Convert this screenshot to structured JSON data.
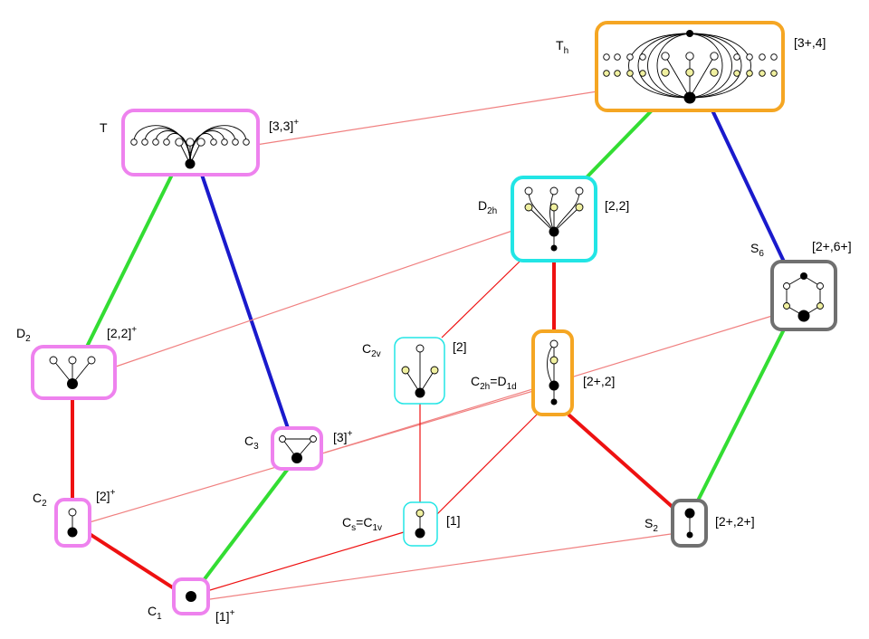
{
  "nodes": {
    "T": {
      "name": "T",
      "name_sub": "",
      "notation": "[3,3]",
      "notation_sup": "+"
    },
    "Th": {
      "name": "T",
      "name_sub": "h",
      "notation": "[3+,4]"
    },
    "D2h": {
      "name": "D",
      "name_sub": "2h",
      "notation": "[2,2]"
    },
    "S6": {
      "name": "S",
      "name_sub": "6",
      "notation": "[2+,6+]"
    },
    "D2": {
      "name": "D",
      "name_sub": "2",
      "notation": "[2,2]",
      "notation_sup": "+"
    },
    "C2v": {
      "name": "C",
      "name_sub": "2v",
      "notation": "[2]"
    },
    "C2h": {
      "name_a": "C",
      "sub_a": "2h",
      "equals": "=",
      "name_b": "D",
      "sub_b": "1d",
      "notation": "[2+,2]"
    },
    "C3": {
      "name": "C",
      "name_sub": "3",
      "notation": "[3]",
      "notation_sup": "+"
    },
    "C2": {
      "name": "C",
      "name_sub": "2",
      "notation": "[2]",
      "notation_sup": "+"
    },
    "Cs": {
      "name_a": "C",
      "sub_a": "s",
      "equals": "=",
      "name_b": "C",
      "sub_b": "1v",
      "notation": "[1]"
    },
    "S2": {
      "name": "S",
      "name_sub": "2",
      "notation": "[2+,2+]"
    },
    "C1": {
      "name": "C",
      "name_sub": "1",
      "notation": "[1]",
      "notation_sup": "+"
    }
  },
  "colors": {
    "pink": "#ee82ee",
    "orange": "#f5a623",
    "cyan": "#22e5e5",
    "gray": "#707070",
    "green": "#33dd33",
    "blue": "#1a1acc",
    "red": "#ee1111",
    "salmon": "#f08080",
    "yellow_fill": "#f0f0a0"
  },
  "edges": [
    {
      "from": "Th",
      "to": "D2h",
      "color": "green",
      "style": "thick"
    },
    {
      "from": "Th",
      "to": "S6",
      "color": "blue",
      "style": "thick"
    },
    {
      "from": "Th",
      "to": "T",
      "color": "salmon",
      "style": "thin"
    },
    {
      "from": "T",
      "to": "D2",
      "color": "green",
      "style": "thick"
    },
    {
      "from": "T",
      "to": "C3",
      "color": "blue",
      "style": "thick"
    },
    {
      "from": "D2h",
      "to": "C2h",
      "color": "red",
      "style": "thick"
    },
    {
      "from": "D2h",
      "to": "C2v",
      "color": "red",
      "style": "thin"
    },
    {
      "from": "D2h",
      "to": "D2",
      "color": "salmon",
      "style": "thin"
    },
    {
      "from": "S6",
      "to": "S2",
      "color": "green",
      "style": "thick"
    },
    {
      "from": "S6",
      "to": "C3",
      "color": "salmon",
      "style": "thin"
    },
    {
      "from": "D2",
      "to": "C2",
      "color": "red",
      "style": "thick"
    },
    {
      "from": "C2v",
      "to": "Cs",
      "color": "red",
      "style": "thin"
    },
    {
      "from": "C2h",
      "to": "Cs",
      "color": "red",
      "style": "thin"
    },
    {
      "from": "C2h",
      "to": "S2",
      "color": "red",
      "style": "thick"
    },
    {
      "from": "C2h",
      "to": "C2",
      "color": "salmon",
      "style": "thin"
    },
    {
      "from": "C2",
      "to": "C1",
      "color": "red",
      "style": "thick"
    },
    {
      "from": "C3",
      "to": "C1",
      "color": "green",
      "style": "thick"
    },
    {
      "from": "Cs",
      "to": "C1",
      "color": "red",
      "style": "thin"
    },
    {
      "from": "S2",
      "to": "C1",
      "color": "salmon",
      "style": "thin"
    }
  ]
}
